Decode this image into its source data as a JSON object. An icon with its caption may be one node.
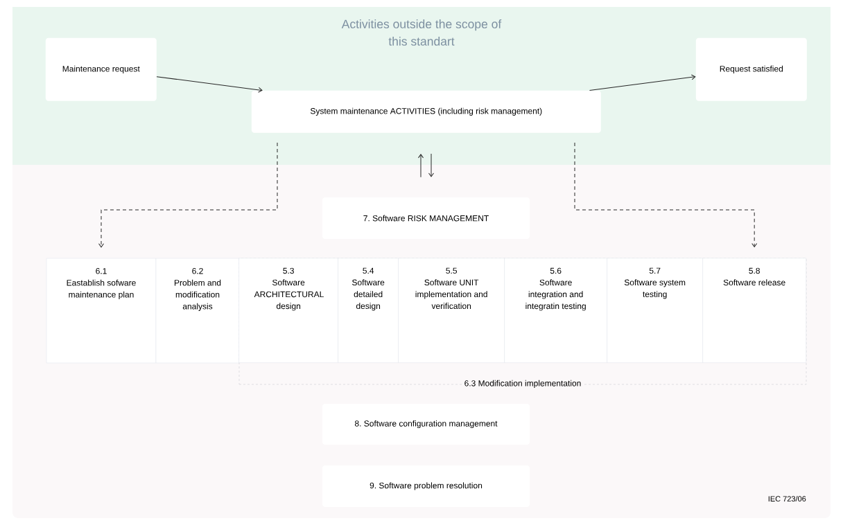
{
  "diagram": {
    "nodes": [
      {
        "text": [
          "Activities outside the scope of this standart"
        ]
      },
      {
        "text": [
          "Maintenance request"
        ],
        "in": 0
      },
      {
        "text": [
          "System maintenance ACTIVITIES (including risk management)"
        ],
        "in": 0
      },
      {
        "text": [
          "Request satisfied"
        ],
        "in": 0
      },
      {
        "text": [
          "7. Software RISK MANAGEMENT"
        ]
      },
      {
        "text": [
          "6.1",
          "Eastablish sofware maintenance plan"
        ]
      },
      {
        "text": [
          "6.2",
          "Problem and modification analysis"
        ]
      },
      {
        "text": [
          "6.3 Modification implementation"
        ]
      },
      {
        "text": [
          "5.3",
          "Software ARCHITECTURAL design"
        ],
        "in": 7
      },
      {
        "text": [
          "5.4",
          "Software detailed design"
        ],
        "in": 7
      },
      {
        "text": [
          "5.5",
          "Software UNIT implementation and verification"
        ],
        "in": 7
      },
      {
        "text": [
          "5.6",
          "Software integration and integratin testing"
        ],
        "in": 7
      },
      {
        "text": [
          "5.7",
          "Software system testing"
        ],
        "in": 7
      },
      {
        "text": [
          "5.8",
          "Software release"
        ],
        "in": 7
      },
      {
        "text": [
          "8. Software configuration management"
        ]
      },
      {
        "text": [
          "9. Software problem resolution"
        ]
      }
    ],
    "edges": [
      {
        "from": 1,
        "to": 2,
        "arrow": "to"
      },
      {
        "from": 2,
        "to": 3,
        "arrow": "to"
      },
      {
        "from": 4,
        "to": 2,
        "arrow": "to"
      },
      {
        "from": 2,
        "to": 4,
        "arrow": "to"
      },
      {
        "from": 2,
        "to": 5,
        "arrow": "to",
        "style": "dashed"
      },
      {
        "from": 2,
        "to": 13,
        "arrow": "to",
        "style": "dashed"
      }
    ],
    "labels": [
      "IEC 723/06"
    ]
  }
}
